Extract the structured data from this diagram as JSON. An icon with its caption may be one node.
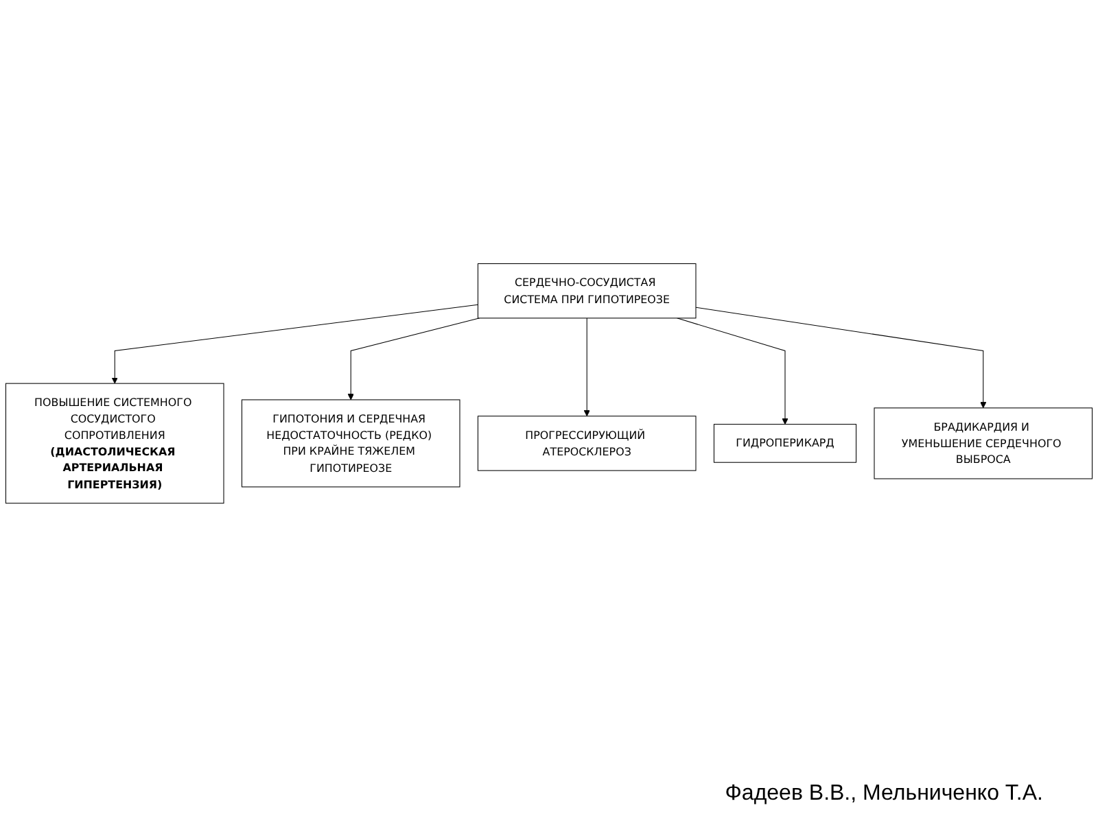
{
  "diagram": {
    "nodes": [
      {
        "text": [
          "ПОВЫШЕНИЕ СИСТЕМНОГО СОСУДИСТОГО СОПРОТИВЛЕНИЯ",
          "(ДИАСТОЛИЧЕСКАЯ АРТЕРИАЛЬНАЯ ГИПЕРТЕНЗИЯ)"
        ]
      },
      {
        "text": [
          "ГИПОТОНИЯ И СЕРДЕЧНАЯ НЕДОСТАТОЧНОСТЬ (РЕДКО) ПРИ КРАЙНЕ ТЯЖЕЛЕМ ГИПОТИРЕОЗЕ"
        ]
      },
      {
        "text": [
          "СЕРДЕЧНО-СОСУДИСТАЯ СИСТЕМА ПРИ ГИПОТИРЕОЗЕ"
        ]
      },
      {
        "text": [
          "ПРОГРЕССИРУЮЩИЙ АТЕРОСКЛЕРОЗ"
        ]
      },
      {
        "text": [
          "БРАДИКАРДИЯ И УМЕНЬШЕНИЕ СЕРДЕЧНОГО ВЫБРОСА"
        ]
      },
      {
        "text": [
          "ГИДРОПЕРИКАРД"
        ]
      }
    ],
    "edges": [
      {
        "from": 2,
        "to": 0,
        "arrow": "to"
      },
      {
        "from": 2,
        "to": 1,
        "arrow": "to"
      },
      {
        "from": 2,
        "to": 3,
        "arrow": "to"
      },
      {
        "from": 2,
        "to": 5,
        "arrow": "to"
      },
      {
        "from": 2,
        "to": 4,
        "arrow": "to"
      }
    ],
    "labels": [
      "Фадеев В.В., Мельниченко Т.А."
    ]
  }
}
